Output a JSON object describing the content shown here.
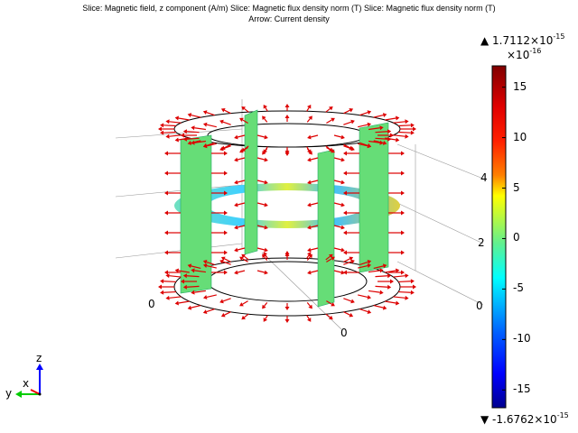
{
  "title": {
    "line1": "Slice: Magnetic field, z component (A/m) Slice: Magnetic flux density norm (T) Slice: Magnetic flux density norm (T)",
    "line2": "Arrow: Current density"
  },
  "chart_data": {
    "type": "3d-slice",
    "title": "Slice: Magnetic field, z component (A/m) Slice: Magnetic flux density norm (T) Slice: Magnetic flux density norm (T) / Arrow: Current density",
    "axis_ticks": {
      "z": [
        "0",
        "2",
        "4"
      ],
      "x": [
        "0"
      ],
      "y": [
        "0"
      ]
    },
    "axis_triad": {
      "x": "x",
      "y": "y",
      "z": "z"
    },
    "colorbar": {
      "colormap": "rainbow",
      "max_label": "1.7112×10",
      "max_exp": "-15",
      "min_label": "-1.6762×10",
      "min_exp": "-15",
      "scale_label": "×10",
      "scale_exp": "-16",
      "max": 17.112,
      "min": -16.762,
      "ticks": [
        15,
        10,
        5,
        0,
        -5,
        -10,
        -15
      ],
      "tick_labels": [
        "15",
        "10",
        "5",
        "0",
        "-5",
        "-10",
        "-15"
      ]
    },
    "colors": {
      "arrow": "#dd0000",
      "slice_green": "#66dd77",
      "colorbar_top": "#800000",
      "colorbar_bottom": "#00008f"
    }
  }
}
